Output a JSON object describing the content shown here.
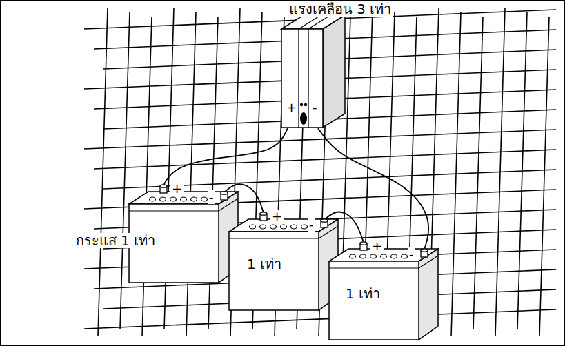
{
  "diagram": {
    "nodes": [
      {
        "text": [
          "แรงเคลื่อน 3 เท่า",
          "+",
          "-"
        ]
      },
      {
        "text": [
          "+",
          "-",
          "กระแส 1 เท่า"
        ]
      },
      {
        "text": [
          "+",
          "-",
          "1 เท่า"
        ]
      },
      {
        "text": [
          "+",
          "-",
          "1 เท่า"
        ]
      }
    ],
    "edges": [
      {
        "from": 0,
        "to": 1,
        "arrow": "none"
      },
      {
        "from": 1,
        "to": 2,
        "arrow": "none"
      },
      {
        "from": 2,
        "to": 3,
        "arrow": "none"
      },
      {
        "from": 3,
        "to": 0,
        "arrow": "none"
      }
    ]
  }
}
